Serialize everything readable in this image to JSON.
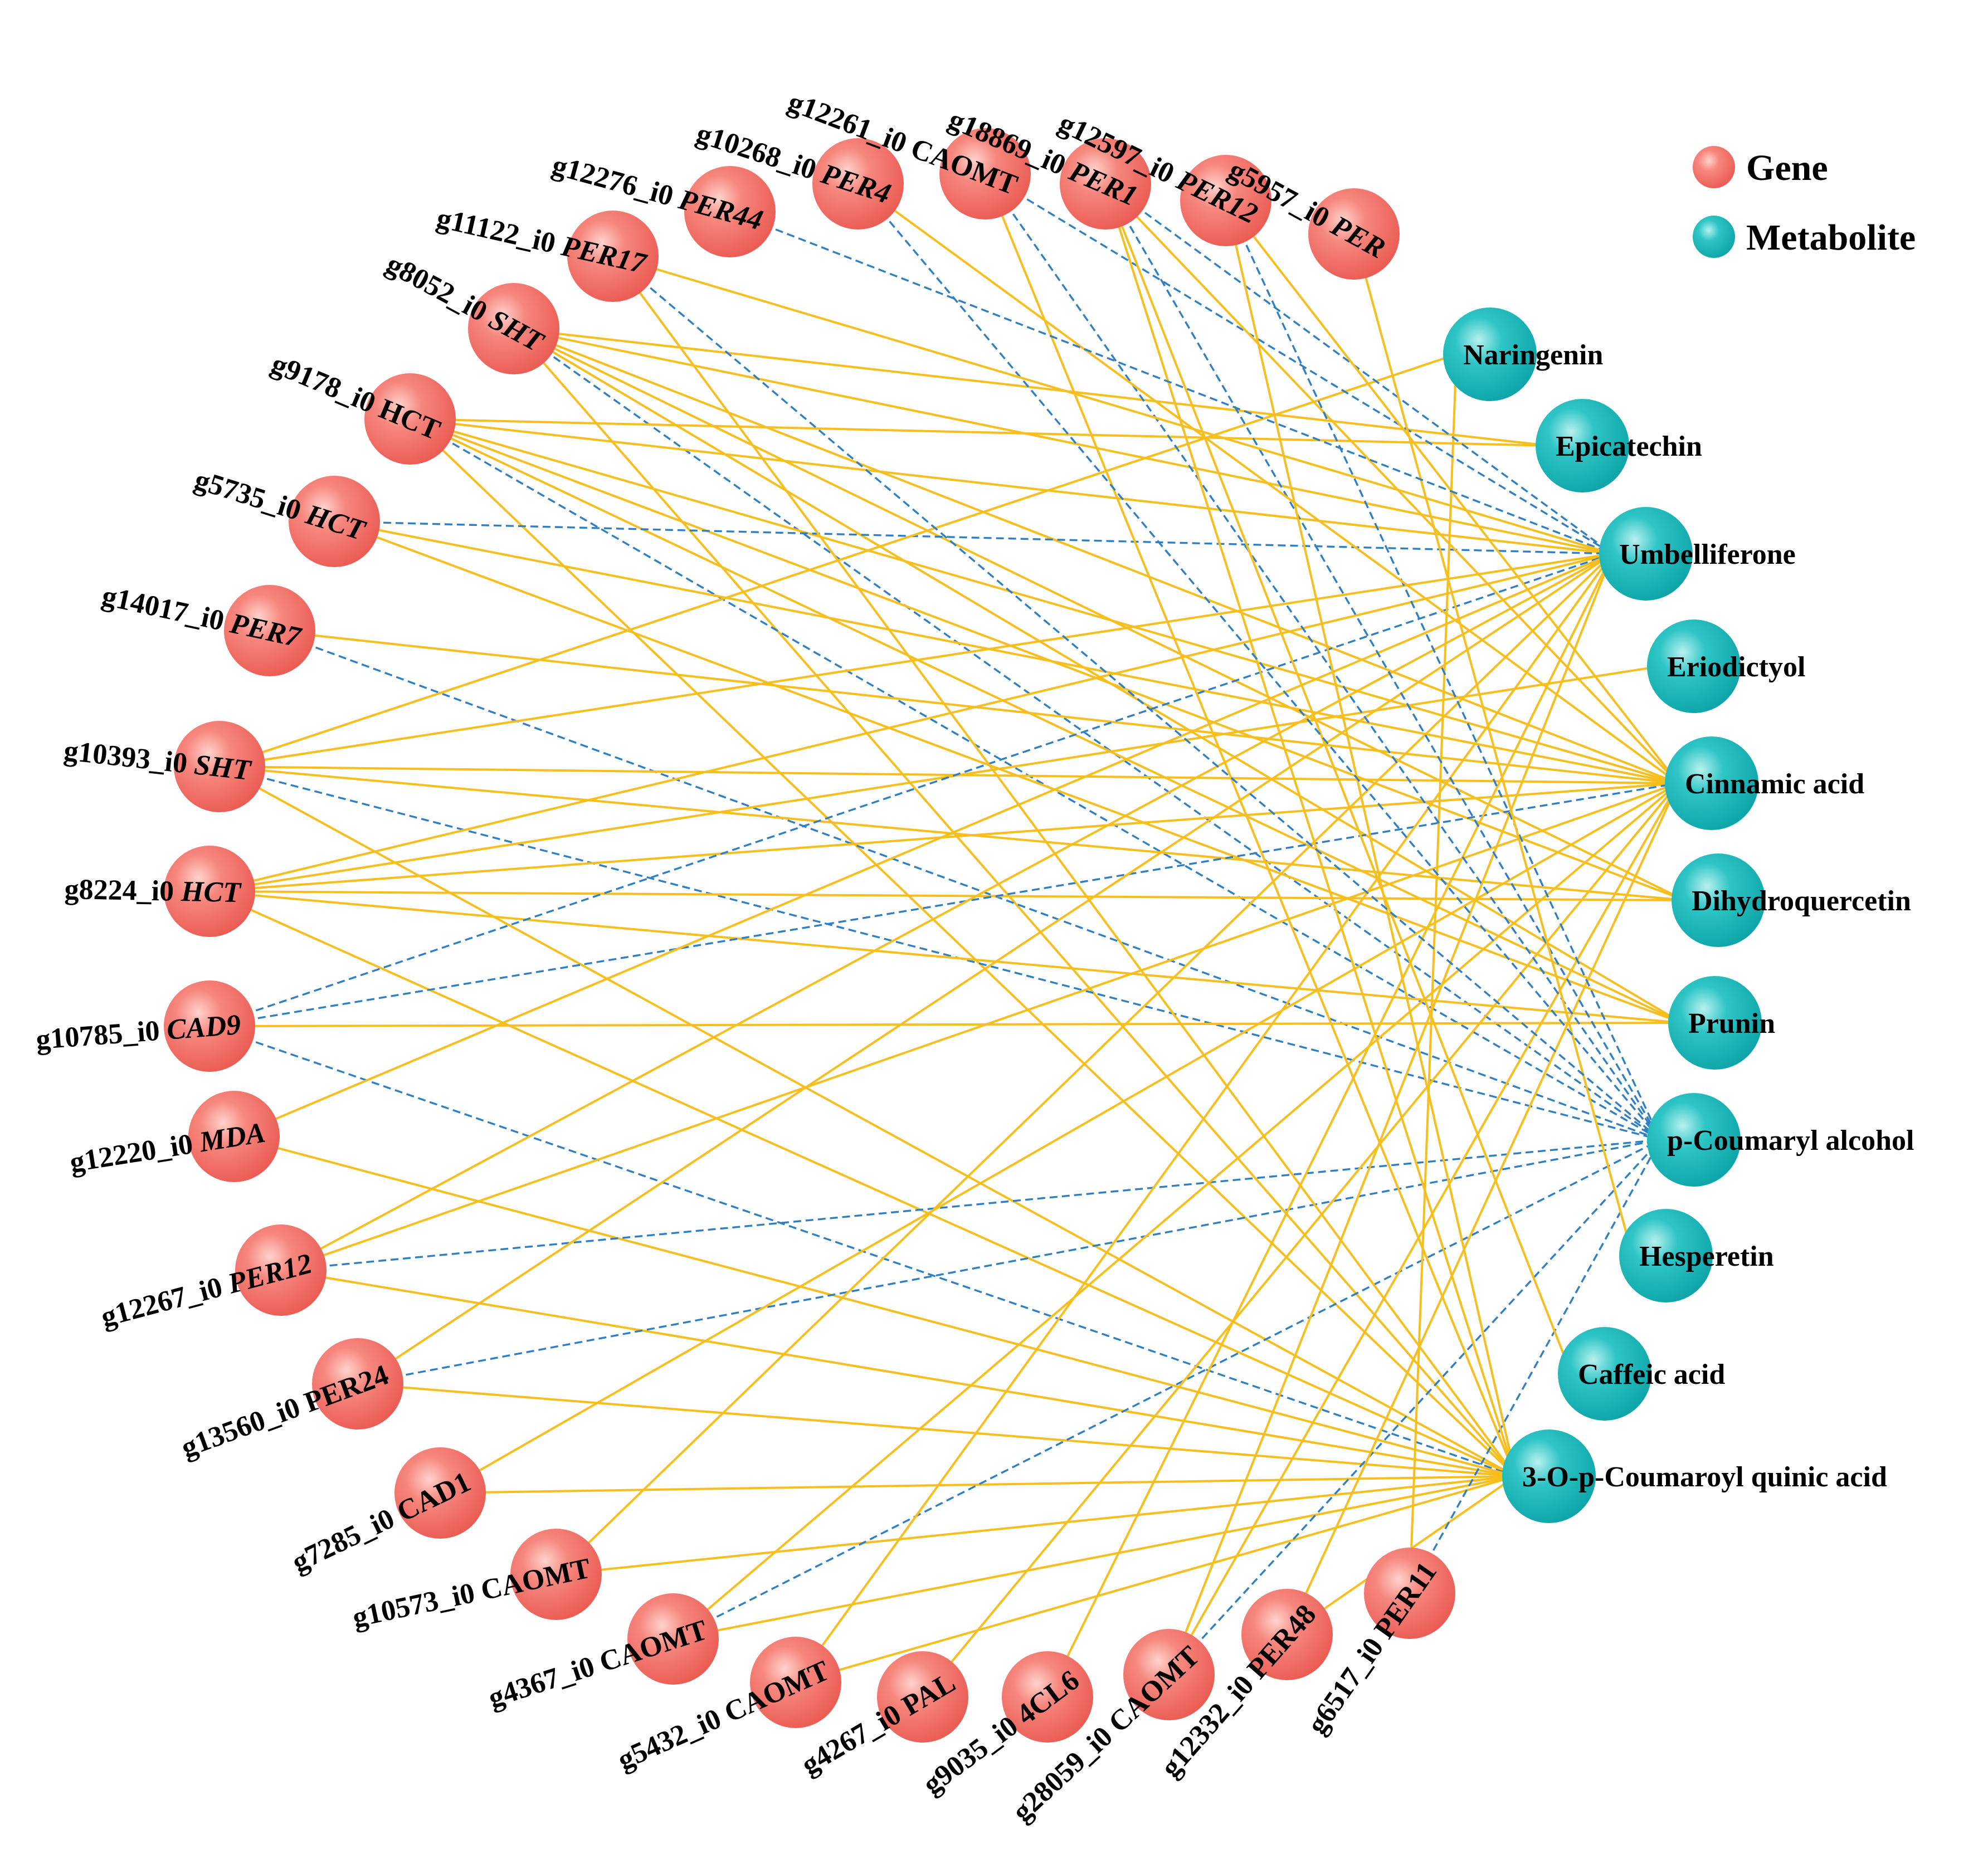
{
  "legend": {
    "gene_label": "Gene",
    "metabolite_label": "Metabolite"
  },
  "colors": {
    "gene_node": "#f26b63",
    "metabolite_node": "#16b3b6",
    "positive_edge": "#f7be1d",
    "negative_edge": "#2e7fc4"
  },
  "genes": [
    {
      "id": "g12261",
      "code": "g12261_i0",
      "name": "CAOMT",
      "italic": false
    },
    {
      "id": "g18869",
      "code": "g18869_i0",
      "name": "PER1",
      "italic": true
    },
    {
      "id": "g12597",
      "code": "g12597_i0",
      "name": "PER12",
      "italic": true
    },
    {
      "id": "g5957",
      "code": "g5957_i0",
      "name": "PER",
      "italic": true
    },
    {
      "id": "g10268",
      "code": "g10268_i0",
      "name": "PER4",
      "italic": true
    },
    {
      "id": "g12276",
      "code": "g12276_i0",
      "name": "PER44",
      "italic": true
    },
    {
      "id": "g11122",
      "code": "g11122_i0",
      "name": "PER17",
      "italic": true
    },
    {
      "id": "g8052",
      "code": "g8052_i0",
      "name": "SHT",
      "italic": true
    },
    {
      "id": "g9178",
      "code": "g9178_i0",
      "name": "HCT",
      "italic": false
    },
    {
      "id": "g5735",
      "code": "g5735_i0",
      "name": "HCT",
      "italic": true
    },
    {
      "id": "g14017",
      "code": "g14017_i0",
      "name": "PER7",
      "italic": true
    },
    {
      "id": "g10393",
      "code": "g10393_i0",
      "name": "SHT",
      "italic": true
    },
    {
      "id": "g8224",
      "code": "g8224_i0",
      "name": "HCT",
      "italic": true
    },
    {
      "id": "g10785",
      "code": "g10785_i0",
      "name": "CAD9",
      "italic": true
    },
    {
      "id": "g12220",
      "code": "g12220_i0",
      "name": "MDA",
      "italic": true
    },
    {
      "id": "g12267",
      "code": "g12267_i0",
      "name": "PER12",
      "italic": true
    },
    {
      "id": "g13560",
      "code": "g13560_i0",
      "name": "PER24",
      "italic": false
    },
    {
      "id": "g7285",
      "code": "g7285_i0",
      "name": "CAD1",
      "italic": false
    },
    {
      "id": "g10573",
      "code": "g10573_i0",
      "name": "CAOMT",
      "italic": false
    },
    {
      "id": "g4367",
      "code": "g4367_i0",
      "name": "CAOMT",
      "italic": false
    },
    {
      "id": "g5432",
      "code": "g5432_i0",
      "name": "CAOMT",
      "italic": false
    },
    {
      "id": "g4267",
      "code": "g4267_i0",
      "name": "PAL",
      "italic": false
    },
    {
      "id": "g9035",
      "code": "g9035_i0",
      "name": "4CL6",
      "italic": false
    },
    {
      "id": "g28059",
      "code": "g28059_i0",
      "name": "CAOMT",
      "italic": false
    },
    {
      "id": "g12332",
      "code": "g12332_i0",
      "name": "PER48",
      "italic": false
    },
    {
      "id": "g6517",
      "code": "g6517_i0",
      "name": "PER11",
      "italic": false
    }
  ],
  "metabolites": [
    {
      "id": "naringenin",
      "name": "Naringenin"
    },
    {
      "id": "epicatechin",
      "name": "Epicatechin"
    },
    {
      "id": "umbelliferone",
      "name": "Umbelliferone"
    },
    {
      "id": "eriodictyol",
      "name": "Eriodictyol"
    },
    {
      "id": "cinnamic",
      "name": "Cinnamic acid"
    },
    {
      "id": "dihydroquercetin",
      "name": "Dihydroquercetin"
    },
    {
      "id": "prunin",
      "name": "Prunin"
    },
    {
      "id": "pcoumaryl",
      "name": "p-Coumaryl alcohol"
    },
    {
      "id": "hesperetin",
      "name": "Hesperetin"
    },
    {
      "id": "caffeic",
      "name": "Caffeic acid"
    },
    {
      "id": "coumaroylquinic",
      "name": "3-O-p-Coumaroyl quinic acid"
    }
  ],
  "edges": [
    {
      "gene": "g8052",
      "metabolite": "epicatechin",
      "sign": "positive"
    },
    {
      "gene": "g8052",
      "metabolite": "umbelliferone",
      "sign": "positive"
    },
    {
      "gene": "g8052",
      "metabolite": "cinnamic",
      "sign": "positive"
    },
    {
      "gene": "g8052",
      "metabolite": "dihydroquercetin",
      "sign": "positive"
    },
    {
      "gene": "g8052",
      "metabolite": "prunin",
      "sign": "positive"
    },
    {
      "gene": "g8052",
      "metabolite": "pcoumaryl",
      "sign": "negative"
    },
    {
      "gene": "g8052",
      "metabolite": "coumaroylquinic",
      "sign": "positive"
    },
    {
      "gene": "g9178",
      "metabolite": "epicatechin",
      "sign": "positive"
    },
    {
      "gene": "g9178",
      "metabolite": "umbelliferone",
      "sign": "positive"
    },
    {
      "gene": "g9178",
      "metabolite": "cinnamic",
      "sign": "positive"
    },
    {
      "gene": "g9178",
      "metabolite": "dihydroquercetin",
      "sign": "positive"
    },
    {
      "gene": "g9178",
      "metabolite": "prunin",
      "sign": "positive"
    },
    {
      "gene": "g9178",
      "metabolite": "pcoumaryl",
      "sign": "negative"
    },
    {
      "gene": "g9178",
      "metabolite": "coumaroylquinic",
      "sign": "positive"
    },
    {
      "gene": "g5735",
      "metabolite": "umbelliferone",
      "sign": "negative"
    },
    {
      "gene": "g5735",
      "metabolite": "cinnamic",
      "sign": "positive"
    },
    {
      "gene": "g5735",
      "metabolite": "prunin",
      "sign": "positive"
    },
    {
      "gene": "g14017",
      "metabolite": "cinnamic",
      "sign": "positive"
    },
    {
      "gene": "g14017",
      "metabolite": "pcoumaryl",
      "sign": "negative"
    },
    {
      "gene": "g10393",
      "metabolite": "naringenin",
      "sign": "positive"
    },
    {
      "gene": "g10393",
      "metabolite": "umbelliferone",
      "sign": "positive"
    },
    {
      "gene": "g10393",
      "metabolite": "cinnamic",
      "sign": "positive"
    },
    {
      "gene": "g10393",
      "metabolite": "dihydroquercetin",
      "sign": "positive"
    },
    {
      "gene": "g10393",
      "metabolite": "pcoumaryl",
      "sign": "negative"
    },
    {
      "gene": "g10393",
      "metabolite": "coumaroylquinic",
      "sign": "positive"
    },
    {
      "gene": "g8224",
      "metabolite": "eriodictyol",
      "sign": "positive"
    },
    {
      "gene": "g8224",
      "metabolite": "umbelliferone",
      "sign": "positive"
    },
    {
      "gene": "g8224",
      "metabolite": "cinnamic",
      "sign": "positive"
    },
    {
      "gene": "g8224",
      "metabolite": "dihydroquercetin",
      "sign": "positive"
    },
    {
      "gene": "g8224",
      "metabolite": "prunin",
      "sign": "positive"
    },
    {
      "gene": "g8224",
      "metabolite": "coumaroylquinic",
      "sign": "positive"
    },
    {
      "gene": "g10785",
      "metabolite": "umbelliferone",
      "sign": "negative"
    },
    {
      "gene": "g10785",
      "metabolite": "cinnamic",
      "sign": "negative"
    },
    {
      "gene": "g10785",
      "metabolite": "prunin",
      "sign": "positive"
    },
    {
      "gene": "g10785",
      "metabolite": "coumaroylquinic",
      "sign": "negative"
    },
    {
      "gene": "g12220",
      "metabolite": "umbelliferone",
      "sign": "positive"
    },
    {
      "gene": "g12220",
      "metabolite": "coumaroylquinic",
      "sign": "positive"
    },
    {
      "gene": "g12267",
      "metabolite": "umbelliferone",
      "sign": "positive"
    },
    {
      "gene": "g12267",
      "metabolite": "cinnamic",
      "sign": "positive"
    },
    {
      "gene": "g12267",
      "metabolite": "pcoumaryl",
      "sign": "negative"
    },
    {
      "gene": "g12267",
      "metabolite": "coumaroylquinic",
      "sign": "positive"
    },
    {
      "gene": "g13560",
      "metabolite": "umbelliferone",
      "sign": "positive"
    },
    {
      "gene": "g13560",
      "metabolite": "pcoumaryl",
      "sign": "negative"
    },
    {
      "gene": "g13560",
      "metabolite": "coumaroylquinic",
      "sign": "positive"
    },
    {
      "gene": "g7285",
      "metabolite": "cinnamic",
      "sign": "positive"
    },
    {
      "gene": "g7285",
      "metabolite": "coumaroylquinic",
      "sign": "positive"
    },
    {
      "gene": "g10573",
      "metabolite": "umbelliferone",
      "sign": "positive"
    },
    {
      "gene": "g10573",
      "metabolite": "coumaroylquinic",
      "sign": "positive"
    },
    {
      "gene": "g4367",
      "metabolite": "cinnamic",
      "sign": "positive"
    },
    {
      "gene": "g4367",
      "metabolite": "pcoumaryl",
      "sign": "negative"
    },
    {
      "gene": "g4367",
      "metabolite": "coumaroylquinic",
      "sign": "positive"
    },
    {
      "gene": "g5432",
      "metabolite": "umbelliferone",
      "sign": "positive"
    },
    {
      "gene": "g5432",
      "metabolite": "coumaroylquinic",
      "sign": "positive"
    },
    {
      "gene": "g4267",
      "metabolite": "cinnamic",
      "sign": "positive"
    },
    {
      "gene": "g9035",
      "metabolite": "umbelliferone",
      "sign": "positive"
    },
    {
      "gene": "g28059",
      "metabolite": "umbelliferone",
      "sign": "positive"
    },
    {
      "gene": "g28059",
      "metabolite": "cinnamic",
      "sign": "positive"
    },
    {
      "gene": "g28059",
      "metabolite": "pcoumaryl",
      "sign": "negative"
    },
    {
      "gene": "g12332",
      "metabolite": "cinnamic",
      "sign": "positive"
    },
    {
      "gene": "g12332",
      "metabolite": "coumaroylquinic",
      "sign": "positive"
    },
    {
      "gene": "g6517",
      "metabolite": "pcoumaryl",
      "sign": "negative"
    },
    {
      "gene": "g6517",
      "metabolite": "naringenin",
      "sign": "positive"
    },
    {
      "gene": "g12261",
      "metabolite": "umbelliferone",
      "sign": "negative"
    },
    {
      "gene": "g12261",
      "metabolite": "pcoumaryl",
      "sign": "negative"
    },
    {
      "gene": "g12261",
      "metabolite": "coumaroylquinic",
      "sign": "positive"
    },
    {
      "gene": "g18869",
      "metabolite": "umbelliferone",
      "sign": "negative"
    },
    {
      "gene": "g18869",
      "metabolite": "cinnamic",
      "sign": "positive"
    },
    {
      "gene": "g18869",
      "metabolite": "pcoumaryl",
      "sign": "negative"
    },
    {
      "gene": "g18869",
      "metabolite": "caffeic",
      "sign": "positive"
    },
    {
      "gene": "g18869",
      "metabolite": "coumaroylquinic",
      "sign": "positive"
    },
    {
      "gene": "g12597",
      "metabolite": "cinnamic",
      "sign": "positive"
    },
    {
      "gene": "g12597",
      "metabolite": "pcoumaryl",
      "sign": "negative"
    },
    {
      "gene": "g12597",
      "metabolite": "coumaroylquinic",
      "sign": "positive"
    },
    {
      "gene": "g5957",
      "metabolite": "hesperetin",
      "sign": "positive"
    },
    {
      "gene": "g10268",
      "metabolite": "cinnamic",
      "sign": "positive"
    },
    {
      "gene": "g10268",
      "metabolite": "pcoumaryl",
      "sign": "negative"
    },
    {
      "gene": "g12276",
      "metabolite": "umbelliferone",
      "sign": "negative"
    },
    {
      "gene": "g11122",
      "metabolite": "umbelliferone",
      "sign": "positive"
    },
    {
      "gene": "g11122",
      "metabolite": "pcoumaryl",
      "sign": "negative"
    },
    {
      "gene": "g11122",
      "metabolite": "coumaroylquinic",
      "sign": "positive"
    }
  ]
}
